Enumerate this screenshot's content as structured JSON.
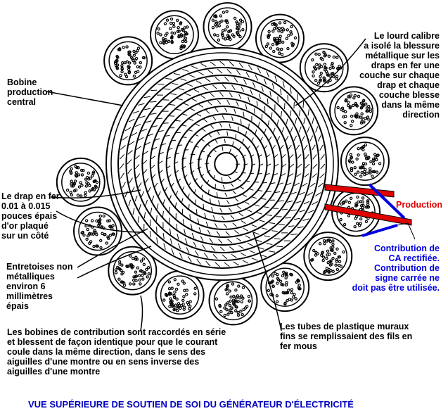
{
  "labels": {
    "bobine": "Bobine\nproduction\ncentral",
    "lourd_calibre": "Le lourd calibre\na isolé la blessure\nmétallique sur les\ndraps en fer une\ncouche sur chaque\ndrap et chaque\ncouche blesse\ndans la même\ndirection",
    "drap": "Le drap en fer\n0.01 à 0.015\npouces épais\nd'or plaqué\nsur un côté",
    "entretoises": "Entretoises non\nmétalliques\nenviron 6\nmillimètres\népais",
    "production": "Production",
    "contribution_ca": "Contribution de\nCA rectifiée.\nContribution de\nsigne carrée ne\ndoit pas être utilisée.",
    "tubes": "Les tubes de plastique muraux\nfins se remplissaient des fils en\nfer mous",
    "bobines_contribution": "Les bobines de contribution sont raccordés en série\net blessent de façon identique pour que le courant\ncoule dans la même direction, dans le sens des\naiguilles d'une montre ou en sens inverse des\naiguilles d'une montre",
    "title": "VUE SUPÉRIEURE DE SOUTIEN DE SOI DU GÉNÉRATEUR D'ÉLECTRICITÉ"
  },
  "colors": {
    "production": "#e00000",
    "contribution": "#0000e0",
    "title": "#0000c0"
  }
}
